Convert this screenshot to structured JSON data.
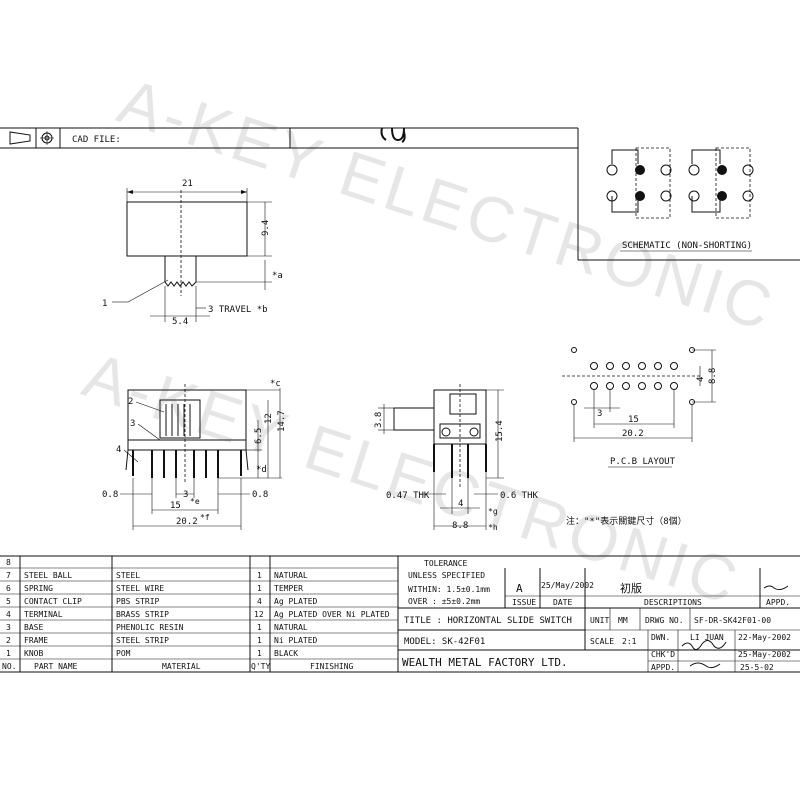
{
  "header": {
    "cad_file_label": "CAD FILE:"
  },
  "watermark": {
    "line1": "A-KEY ELECTRONIC",
    "line2": "A-KEY ELECTRONIC"
  },
  "top_view": {
    "width_dim": "21",
    "height_dim": "9.4",
    "travel_label": "3 TRAVEL *b",
    "knob_dim": "5.4",
    "a_mark": "*a",
    "callout_1": "1"
  },
  "front_view": {
    "callouts": [
      "2",
      "3",
      "4"
    ],
    "dims": {
      "pitch": "3",
      "left": "0.8",
      "right": "0.8",
      "span15": "15",
      "star_e": "*e",
      "span20": "20.2",
      "star_f": "*f",
      "h65": "6.5",
      "h12": "12",
      "h147": "14.7",
      "star_c": "*c",
      "star_d": "*d"
    }
  },
  "side_view": {
    "dims": {
      "d38": "3.8",
      "d154": "15.4",
      "d4": "4",
      "d88": "8.8",
      "thk047": "0.47 THK",
      "thk06": "0.6 THK",
      "star_g": "*g",
      "star_h": "*h"
    }
  },
  "pcb": {
    "title": "P.C.B LAYOUT",
    "dims": {
      "d3": "3",
      "d15": "15",
      "d202": "20.2",
      "d4": "4",
      "d88": "8.8"
    }
  },
  "schematic": {
    "title": "SCHEMATIC (NON-SHORTING)"
  },
  "note": "注：\"*\"表示關鍵尺寸（8個）",
  "bom": {
    "rows": [
      {
        "no": "8",
        "part": "",
        "material": "",
        "qty": "",
        "finishing": ""
      },
      {
        "no": "7",
        "part": "STEEL BALL",
        "material": "STEEL",
        "qty": "1",
        "finishing": "NATURAL"
      },
      {
        "no": "6",
        "part": "SPRING",
        "material": "STEEL WIRE",
        "qty": "1",
        "finishing": "TEMPER"
      },
      {
        "no": "5",
        "part": "CONTACT CLIP",
        "material": "PBS STRIP",
        "qty": "4",
        "finishing": "Ag PLATED"
      },
      {
        "no": "4",
        "part": "TERMINAL",
        "material": "BRASS STRIP",
        "qty": "12",
        "finishing": "Ag PLATED OVER Ni PLATED"
      },
      {
        "no": "3",
        "part": "BASE",
        "material": "PHENOLIC RESIN",
        "qty": "1",
        "finishing": "NATURAL"
      },
      {
        "no": "2",
        "part": "FRAME",
        "material": "STEEL STRIP",
        "qty": "1",
        "finishing": "Ni PLATED"
      },
      {
        "no": "1",
        "part": "KNOB",
        "material": "POM",
        "qty": "1",
        "finishing": "BLACK"
      }
    ],
    "headers": {
      "no": "NO.",
      "part": "PART   NAME",
      "material": "MATERIAL",
      "qty": "Q'TY",
      "finishing": "FINISHING"
    }
  },
  "tolerance": {
    "title": "TOLERANCE",
    "unless": "UNLESS  SPECIFIED",
    "within": "WITHIN: 1.5±0.1mm",
    "over": "OVER  : ±5±0.2mm"
  },
  "revision": {
    "issue": "A",
    "date": "25/May/2002",
    "description": "初版",
    "appd": "",
    "issue_label": "ISSUE",
    "date_label": "DATE",
    "desc_label": "DESCRIPTIONS",
    "appd_label": "APPD."
  },
  "title_block": {
    "title": "TITLE : HORIZONTAL SLIDE SWITCH",
    "model": "MODEL: SK-42F01",
    "unit_label": "UNIT",
    "unit": "MM",
    "drwg_label": "DRWG NO.",
    "drwg": "SF-DR-SK42F01-00",
    "scale_label": "SCALE",
    "scale": "2:1",
    "dwn_label": "DWN.",
    "dwn": "LI JUAN",
    "dwn_date": "22-May-2002",
    "chkd_label": "CHK'D",
    "chkd_date": "25-May-2002",
    "appd_label": "APPD.",
    "appd_date": "25-5-02",
    "company": "WEALTH METAL FACTORY LTD."
  }
}
